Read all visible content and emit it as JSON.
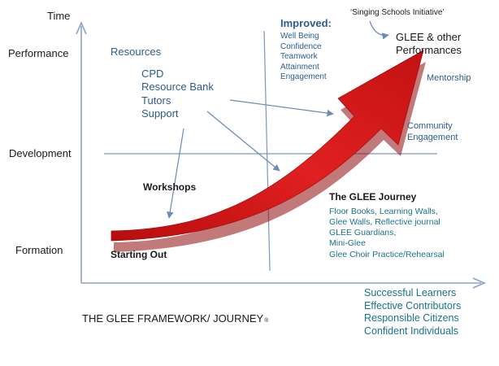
{
  "diagram": {
    "y_axis_labels": [
      "Time",
      "Performance",
      "Development",
      "Formation"
    ],
    "resources": {
      "heading": "Resources",
      "items": [
        "CPD",
        "Resource Bank",
        "Tutors",
        "Support"
      ]
    },
    "improved": {
      "heading": "Improved:",
      "items": [
        "Well Being",
        "Confidence",
        "Teamwork",
        "Attainment",
        "Engagement"
      ]
    },
    "singing_initiative": "‘Singing Schools Initiative’",
    "performances": [
      "GLEE & other",
      "Performances"
    ],
    "mentorship": "Mentorship",
    "community": [
      "Community",
      "Engagement"
    ],
    "workshops": "Workshops",
    "starting_out": "Starting Out",
    "journey": {
      "heading": "The GLEE Journey",
      "items": [
        "Floor Books, Learning Walls,",
        "Glee Walls, Reflective journal",
        "GLEE Guardians,",
        "Mini-Glee",
        "Glee Choir Practice/Rehearsal"
      ]
    },
    "outcomes": [
      "Successful Learners",
      "Effective Contributors",
      "Responsible Citizens",
      "Confident Individuals"
    ],
    "title": "THE GLEE FRAMEWORK/ JOURNEY",
    "title_mark": "®",
    "colors": {
      "arrow": "#d81a1a",
      "arrow_dark": "#8f0b0b",
      "axis": "#8aa2c8",
      "guide": "#5f7fb0",
      "text_blue": "#2d5d8c",
      "text_teal": "#1a7388"
    }
  }
}
